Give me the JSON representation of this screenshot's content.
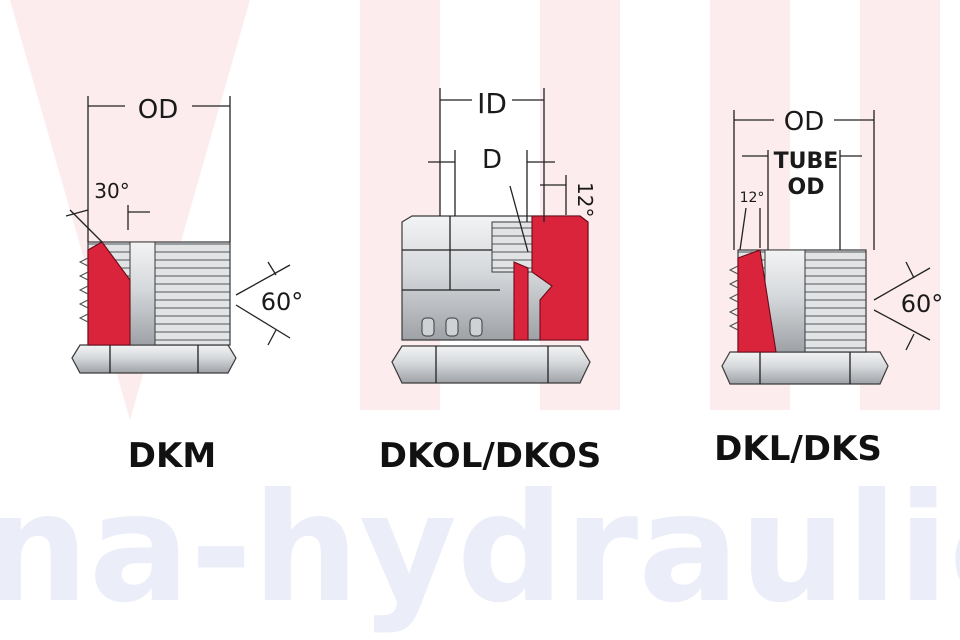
{
  "colors": {
    "section": "#d9243c",
    "metal_light": "#e4e6e8",
    "metal_dark": "#9ea2a6",
    "watermark": "#ebedf8",
    "watermark_red": "#fbe4e6",
    "caption": "#111111"
  },
  "watermark": {
    "text": "vina-hydraulics"
  },
  "fittings": [
    {
      "caption": "DKM",
      "labels": {
        "od": "OD",
        "angle_top": "30°",
        "angle_side": "60°"
      }
    },
    {
      "caption": "DKOL/DKOS",
      "labels": {
        "id": "ID",
        "d": "D",
        "angle": "12°"
      }
    },
    {
      "caption": "DKL/DKS",
      "labels": {
        "od": "OD",
        "tube_line1": "TUBE",
        "tube_line2": "OD",
        "angle_small": "12°",
        "angle_side": "60°"
      }
    }
  ]
}
